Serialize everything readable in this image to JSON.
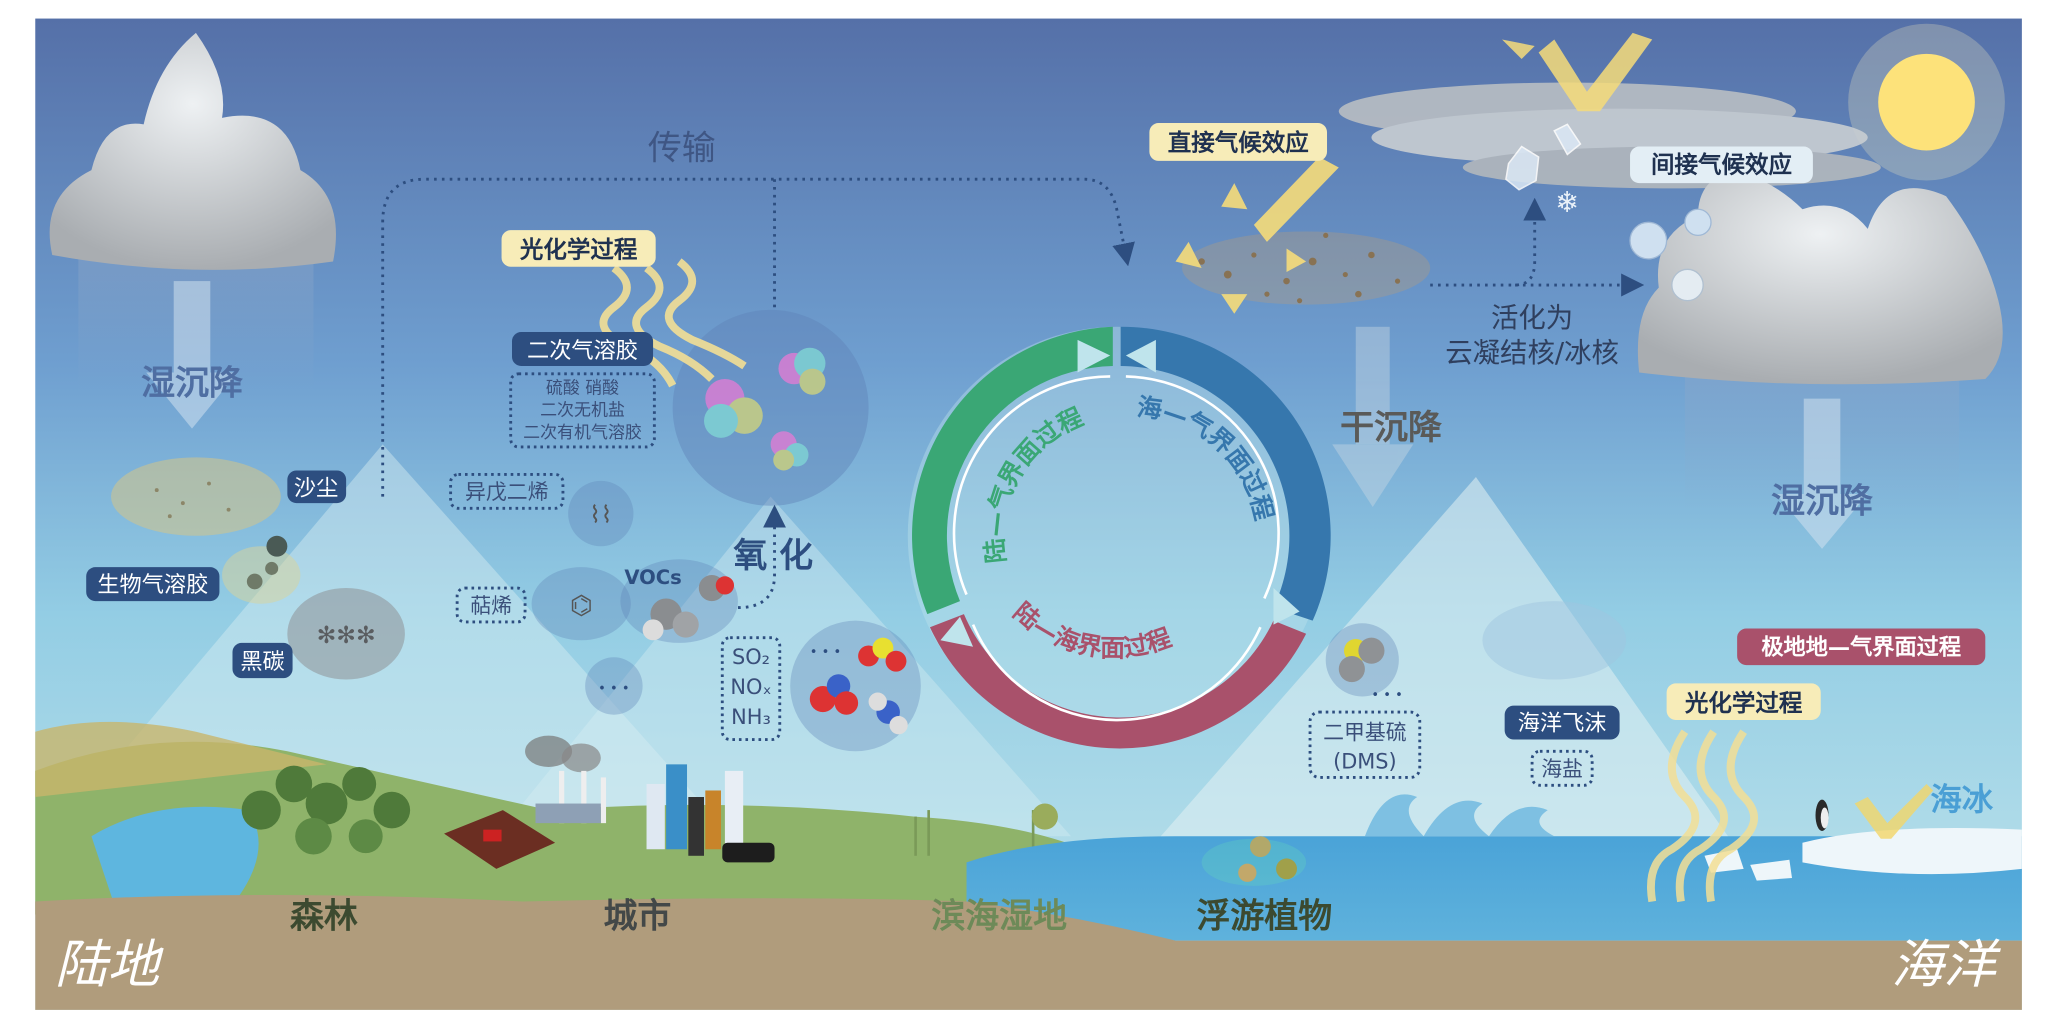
{
  "labels": {
    "transport": "传输",
    "wet_deposition_left": "湿沉降",
    "wet_deposition_right": "湿沉降",
    "dry_deposition": "干沉降",
    "photochem_left": "光化学过程",
    "photochem_right": "光化学过程",
    "secondary_aerosol": "二次气溶胶",
    "secondary_components": [
      "硫酸 硝酸",
      "二次无机盐",
      "二次有机气溶胶"
    ],
    "dust": "沙尘",
    "bioaerosol": "生物气溶胶",
    "black_carbon": "黑碳",
    "isoprene": "异戊二烯",
    "terpene": "萜烯",
    "vocs": "VOCs",
    "oxidation": "氧 化",
    "gases": [
      "SO₂",
      "NOₓ",
      "NH₃"
    ],
    "ellipsis": "• • •",
    "direct_effect": "直接气候效应",
    "indirect_effect": "间接气候效应",
    "activation_line1": "活化为",
    "activation_line2": "云凝结核/冰核",
    "dms_line1": "二甲基硫",
    "dms_line2": "(DMS)",
    "sea_spray": "海洋飞沫",
    "sea_salt": "海盐",
    "polar": "极地地—气界面过程",
    "sea_ice": "海冰",
    "forest": "森林",
    "city": "城市",
    "wetland": "滨海湿地",
    "phytoplankton": "浮游植物",
    "land": "陆地",
    "ocean": "海洋"
  },
  "cycle": {
    "land_air": "陆—气界面过程",
    "sea_air": "海—气界面过程",
    "land_sea": "陆—海界面过程",
    "colors": {
      "land_air": "#3aa775",
      "sea_air": "#3677ad",
      "land_sea": "#a9516b"
    }
  }
}
